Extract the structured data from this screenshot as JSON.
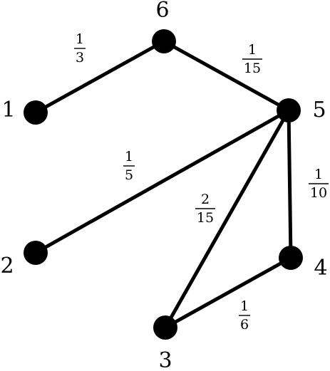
{
  "diagram": {
    "nodes": [
      {
        "id": "1",
        "label": "1"
      },
      {
        "id": "2",
        "label": "2"
      },
      {
        "id": "3",
        "label": "3"
      },
      {
        "id": "4",
        "label": "4"
      },
      {
        "id": "5",
        "label": "5"
      },
      {
        "id": "6",
        "label": "6"
      }
    ],
    "edges": [
      {
        "from": "1",
        "to": "6",
        "numerator": "1",
        "denominator": "3"
      },
      {
        "from": "6",
        "to": "5",
        "numerator": "1",
        "denominator": "15"
      },
      {
        "from": "2",
        "to": "5",
        "numerator": "1",
        "denominator": "5"
      },
      {
        "from": "3",
        "to": "5",
        "numerator": "2",
        "denominator": "15"
      },
      {
        "from": "5",
        "to": "4",
        "numerator": "1",
        "denominator": "10"
      },
      {
        "from": "3",
        "to": "4",
        "numerator": "1",
        "denominator": "6"
      }
    ],
    "colors": {
      "stroke": "#000000",
      "background": "#ffffff"
    }
  }
}
